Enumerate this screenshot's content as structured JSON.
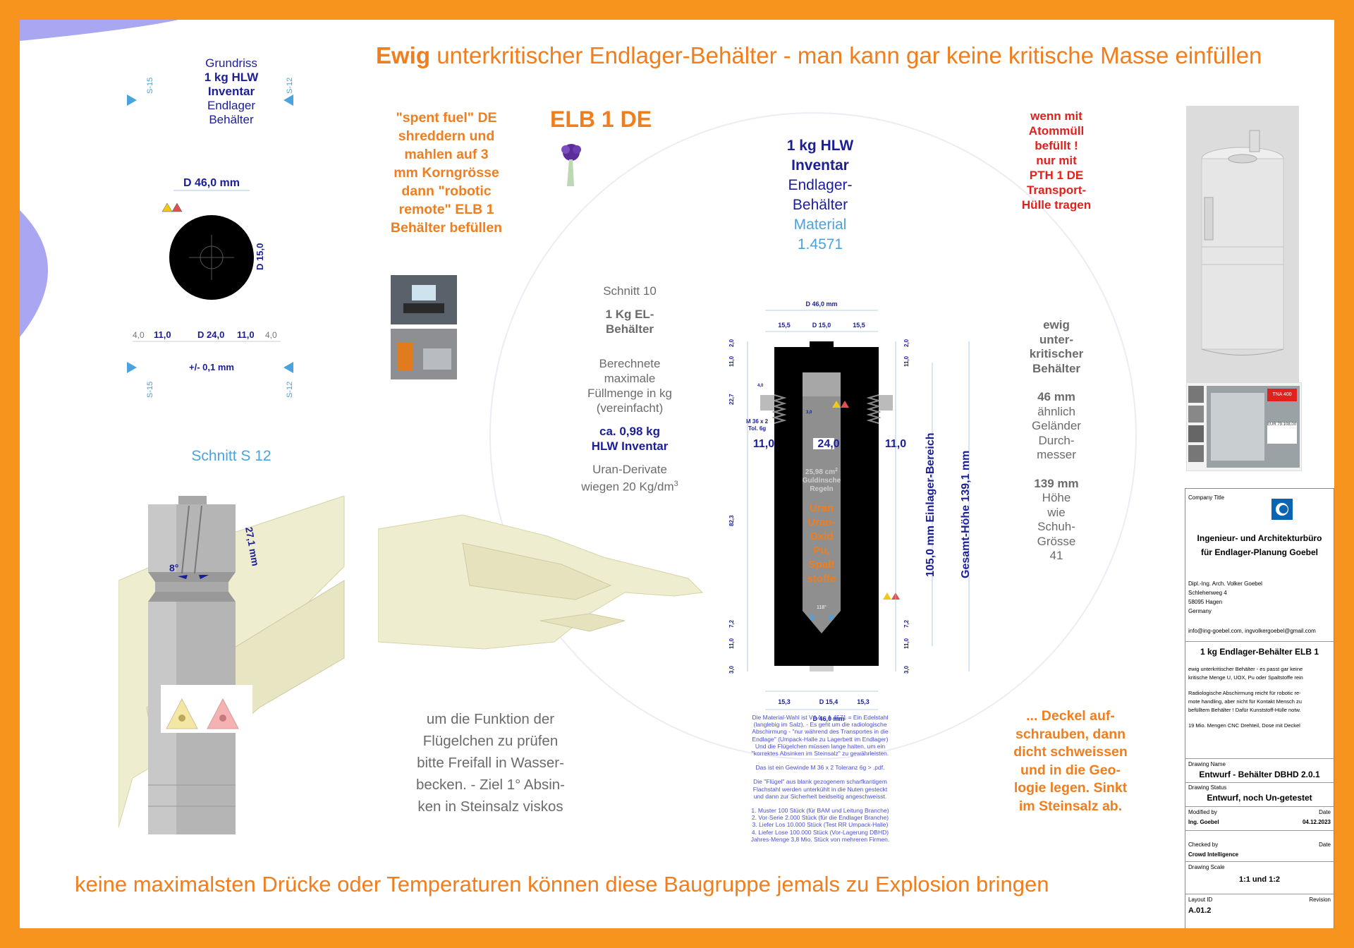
{
  "title": {
    "emph": "Ewig",
    "rest": "unterkritischer Endlager-Behälter - man kann gar keine kritische Masse einfüllen"
  },
  "footer": "keine maximalsten Drücke oder Temperaturen können diese Baugruppe jemals zu Explosion bringen",
  "grundriss": {
    "heading": [
      "Grundriss",
      "1 kg HLW",
      "Inventar",
      "Endlager",
      "Behälter"
    ],
    "dim_top": "D 46,0 mm",
    "dim_side": "D 15,0",
    "dims_bottom": [
      "4,0",
      "11,0",
      "D 24,0",
      "11,0",
      "4,0"
    ],
    "tolerance": "+/- 0,1 mm",
    "section_marks": [
      "S-15",
      "S-12"
    ]
  },
  "schnitt_s12": {
    "label": "Schnitt S 12",
    "dim": "27,1 mm",
    "angle": "8°"
  },
  "spent_fuel_note": [
    "\"spent fuel\" DE",
    "shreddern und",
    "mahlen auf 3",
    "mm Korngrösse",
    "dann \"robotic",
    "remote\" ELB 1",
    "Behälter befüllen"
  ],
  "elb_label": "ELB 1 DE",
  "inventory": {
    "l1": "1 kg HLW",
    "l2": "Inventar",
    "l3": "Endlager-",
    "l4": "Behälter",
    "l5": "Material",
    "l6": "1.4571"
  },
  "section10": {
    "heading": "Schnitt 10",
    "sub": [
      "1 Kg EL-",
      "Behälter"
    ],
    "calc": [
      "Berechnete",
      "maximale",
      "Füllmenge in kg",
      "(vereinfacht)"
    ],
    "result": [
      "ca. 0,98 kg",
      "HLW Inventar"
    ],
    "uran": [
      "Uran-Derivate",
      "wiegen 20 Kg/dm"
    ],
    "uran_sup": "3"
  },
  "drawing": {
    "d_top": "D 46,0 mm",
    "top_parts": [
      "15,5",
      "D 15,0",
      "15,5"
    ],
    "bottom_parts": [
      "15,3",
      "D 15,4",
      "15,3"
    ],
    "d_bottom": "D 46,0 mm",
    "left_dims": [
      "2,0",
      "11,0",
      "22,7",
      "82,3",
      "7,2",
      "11,0",
      "3,0"
    ],
    "right_dims": [
      "2,0",
      "11,0",
      "7,2",
      "11,0",
      "3,0"
    ],
    "row_dims": [
      "11,0",
      "24,0",
      "11,0"
    ],
    "thread": [
      "M 36 x 2",
      "Tol. 6g"
    ],
    "small_dims": [
      "4,0",
      "3,0"
    ],
    "area": [
      "25,98 cm",
      "Guldinsche",
      "Regeln"
    ],
    "area_sup": "2",
    "contents": [
      "Uran",
      "Uran-",
      "Oxid",
      "Pu,",
      "Spalt",
      "stoffe"
    ],
    "angle": "118°",
    "einlager": "105,0 mm  Einlager-Bereich",
    "gesamt": "Gesamt-Höhe  139,1 mm"
  },
  "warning_atom": [
    "wenn mit",
    "Atommüll",
    "befüllt !",
    "nur mit",
    "PTH 1 DE",
    "Transport-",
    "Hülle tragen"
  ],
  "ewig_note": {
    "heading": [
      "ewig",
      "unter-",
      "kritischer",
      "Behälter"
    ],
    "p1": [
      "46 mm",
      "ähnlich",
      "Geländer",
      "Durch-",
      "messer"
    ],
    "p2": [
      "139 mm",
      "Höhe",
      "wie",
      "Schuh-",
      "Grösse",
      "41"
    ]
  },
  "funktion_note": [
    "um die Funktion der",
    "Flügelchen zu prüfen",
    "bitte Freifall in Wasser-",
    "becken. - Ziel 1° Absin-",
    "ken in Steinsalz viskos"
  ],
  "deckel_note": [
    "... Deckel auf-",
    "schrauben, dann",
    "dicht schweissen",
    "und in die Geo-",
    "logie legen. Sinkt",
    "im Steinsalz ab."
  ],
  "material_note": [
    "Die Material-Wahl ist V4 A = 1.4571 = Ein Edelstahl",
    "(langlebig im Salz). - Es geht  um die radiologische",
    "Abschirmung - \"nur während des Transportes in die",
    "Endlage\" (Umpack-Halle zu Lagerbett im Endlager)",
    "Und die Flügelchen müssen lange halten, um ein",
    "\"korrektes Absinken im Steinsalz\" zu gewährleisten.",
    "",
    "Das ist ein Gewinde M 36 x 2 Toleranz 6g > .pdf.",
    "",
    "Die \"Flügel\" aus blank gezogenem scharfkantigem",
    "Flachstahl werden unterkühlt in die Nuten gesteckt",
    "und dann zur Sicherheit beidseitig angeschweisst.",
    "",
    "1. Muster 100 Stück (für BAM und Leitung Branche)",
    "2. Vor-Serie 2.000 Stück (für die Endlager Branche)",
    "3. Liefer Los 10.000 Stück (Test RR Umpack-Halle)",
    "4. Liefer Lose 100.000 Stück (Vor-Lagerung DBHD)",
    "Jahres-Menge 3,8 Mio. Stück von mehreren Firmen."
  ],
  "machine_image": {
    "brand": "TNA 400",
    "price": "EUR 79.108,00"
  },
  "title_block": {
    "company_title_label": "Company Title",
    "company_name": [
      "Ingenieur- und Architekturbüro",
      "für Endlager-Planung Goebel"
    ],
    "address": [
      "Dipl.-Ing. Arch. Volker Goebel",
      "Schlehenweg 4",
      "58095 Hagen",
      "Germany"
    ],
    "email": "info@ing-goebel.com, ingvolkergoebel@gmail.com",
    "part_title": "1 kg Endlager-Behälter ELB 1",
    "desc1": [
      "ewig unterkritischer Behälter - es passt gar keine",
      "kritische Menge U, UOX, Pu oder Spaltstoffe rein"
    ],
    "desc2": [
      "Radiologische Abschirmung reicht für robotic re-",
      "mote handling, aber nicht für Kontakt Mensch zu",
      "befülltem Behälter ! Dafür Kunststoff-Hülle notw."
    ],
    "desc3": "19 Mio. Mengen CNC Drehteil, Dose mit Deckel",
    "drawing_name_label": "Drawing Name",
    "drawing_name": "Entwurf - Behälter DBHD 2.0.1",
    "drawing_status_label": "Drawing Status",
    "drawing_status": "Entwurf, noch Un-getestet",
    "modified_by_label": "Modified by",
    "modified_by": "Ing. Goebel",
    "date_label": "Date",
    "date": "04.12.2023",
    "checked_by_label": "Checked by",
    "checked_by": "Crowd Intelligence",
    "date_label2": "Date",
    "scale_label": "Drawing Scale",
    "scale": "1:1 und 1:2",
    "layout_label": "Layout ID",
    "revision_label": "Revision",
    "layout_id": "A.01.2"
  },
  "colors": {
    "frame": "#f7941d",
    "accent_orange": "#f07e1e",
    "navy": "#1b1e96",
    "light_blue": "#4aa3df",
    "red": "#e0211d"
  }
}
